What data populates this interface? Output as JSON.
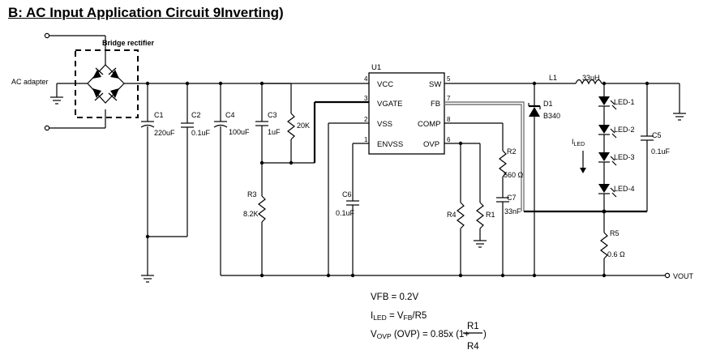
{
  "title": "B: AC Input Application Circuit 9Inverting)",
  "labels": {
    "bridge": "Bridge rectifier",
    "ac_adapter": "AC adapter",
    "u1": "U1",
    "vcc": "VCC",
    "vgate": "VGATE",
    "vss": "VSS",
    "envss": "ENVSS",
    "sw": "SW",
    "fb": "FB",
    "comp": "COMP",
    "ovp": "OVP",
    "pin4": "4",
    "pin3": "3",
    "pin2": "2",
    "pin1": "1",
    "pin5": "5",
    "pin7": "7",
    "pin8": "8",
    "pin6": "6",
    "c1": "C1",
    "c1v": "220uF",
    "c2": "C2",
    "c2v": "0.1uF",
    "c4": "C4",
    "c4v": "100uF",
    "c3": "C3",
    "c3v": "1uF",
    "r20k": "20K",
    "r3": "R3",
    "r3v": "8.2K",
    "c6": "C6",
    "c6v": "0.1uF",
    "r4": "R4",
    "r1": "R1",
    "r2": "R2",
    "r2v": "560 Ω",
    "c7": "C7",
    "c7v": "33nF",
    "l1": "L1",
    "l1v": "33uH",
    "d1": "D1",
    "d1v": "B340",
    "iled_i": "I",
    "iled_sub": "LED",
    "led1": "LED-1",
    "led2": "LED-2",
    "led3": "LED-3",
    "led4": "LED-4",
    "c5": "C5",
    "c5v": "0.1uF",
    "r5": "R5",
    "r5v": "0.6 Ω",
    "vout": "VOUT"
  },
  "equations": {
    "vfb": "VFB = 0.2V",
    "iled_lhs_main": "I",
    "iled_lhs_sub": "LED",
    "iled_rhs_main": " = V",
    "iled_rhs_sub": "FB",
    "iled_rhs_tail": "/R5",
    "vovp_main": "V",
    "vovp_sub": "OVP",
    "vovp_rest": " (OVP) = 0.85x (1+",
    "vovp_num": "R1",
    "vovp_den": "R4",
    "vovp_close": ")"
  }
}
